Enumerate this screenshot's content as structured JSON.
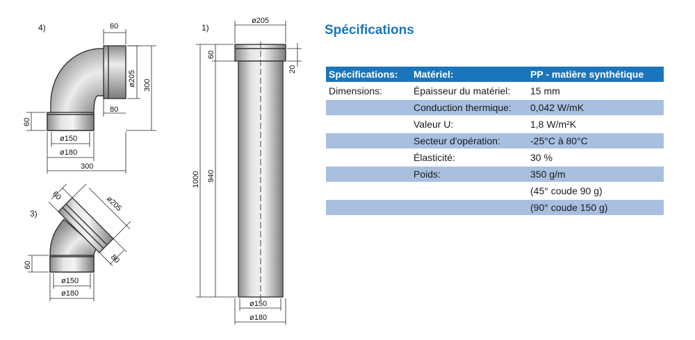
{
  "drawings": {
    "elbow90": {
      "label": "4)",
      "dims": {
        "top": "60",
        "d205": "ø205",
        "h300": "300",
        "inner80": "80",
        "left60": "60",
        "d150": "ø150",
        "d180": "ø180",
        "w300": "300"
      }
    },
    "elbow45": {
      "label": "3)",
      "dims": {
        "a60": "60",
        "d205": "ø205",
        "a80": "80",
        "left60": "60",
        "d150": "ø150",
        "d180": "ø180"
      }
    },
    "straight": {
      "label": "1)",
      "dims": {
        "d205": "ø205",
        "top60": "60",
        "s20": "20",
        "l1000": "1000",
        "l940": "940",
        "d150": "ø150",
        "d180": "ø180"
      }
    }
  },
  "spec": {
    "title": "Spécifications",
    "header": [
      "Spécifications:",
      "Matériel:",
      "PP - matière synthétique"
    ],
    "rows": [
      [
        "Dimensions:",
        "Épaisseur du matériel:",
        "15 mm"
      ],
      [
        "",
        "Conduction thermique:",
        "0,042 W/mK"
      ],
      [
        "",
        "Valeur U:",
        "1,8 W/m²K"
      ],
      [
        "",
        "Secteur d'opération:",
        "-25°C à 80°C"
      ],
      [
        "",
        "Élasticité:",
        "30 %"
      ],
      [
        "",
        "Poids:",
        "350 g/m"
      ],
      [
        "",
        "",
        "(45° coude 90 g)"
      ],
      [
        "",
        "",
        "(90° coude 150 g)"
      ]
    ],
    "colors": {
      "accent": "#1b75bb",
      "shade": "#a8bfe0"
    }
  }
}
